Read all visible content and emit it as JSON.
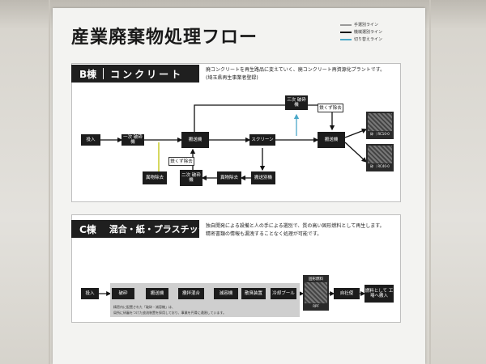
{
  "title": "産業廃棄物処理フロー",
  "legend": [
    {
      "label": "手選別ライン",
      "color": "#999999"
    },
    {
      "label": "機械選別ライン",
      "color": "#111111"
    },
    {
      "label": "切り替えライン",
      "color": "#4aa8c8"
    }
  ],
  "b": {
    "header_building": "B棟",
    "header_label": "コンクリート",
    "desc_line1": "廃コンクリートを再生路品に変えていく、廃コンクリート再資源化プラントです。",
    "desc_line2": "(埼玉県再生事業者登録)",
    "nodes": {
      "input": "投入",
      "crusher1": "一次 破砕機",
      "conveyor1": "搬送機",
      "screen": "スクリーン",
      "crusher3": "三次 破砕機",
      "iron1": "鉄くず除去",
      "conveyor2": "搬送機",
      "iron2": "鉄くず除去",
      "foreign": "異物除去",
      "crusher2": "二次 破砕機",
      "foreign2": "異物除去",
      "handsort": "搬送別機"
    },
    "product1": "砕 ｜RC10-0",
    "product2": "砕 ｜RC40-0"
  },
  "c": {
    "header_building": "C棟",
    "header_label": "混合・紙・プラスチック",
    "desc_line1": "独自開発による設備と人の手による選別で、質の高い固形燃料として再生します。",
    "desc_line2": "精密書類の情報も漏洩することなく処理が可能です。",
    "nodes": [
      "投入",
      "破砕",
      "搬送機",
      "攪拌混合",
      "減容機",
      "散臭装置",
      "冷却プール",
      "自社使",
      "燃料として 工場へ搬入"
    ],
    "fuel_label": "固形燃料",
    "fuel_caption": "RPF",
    "note_line1": "精密内に配置された「破砕・減容機」は、",
    "note_line2": "局所に研審をつけた放流装置を採用しており、事業を円滑に通過しています。"
  }
}
